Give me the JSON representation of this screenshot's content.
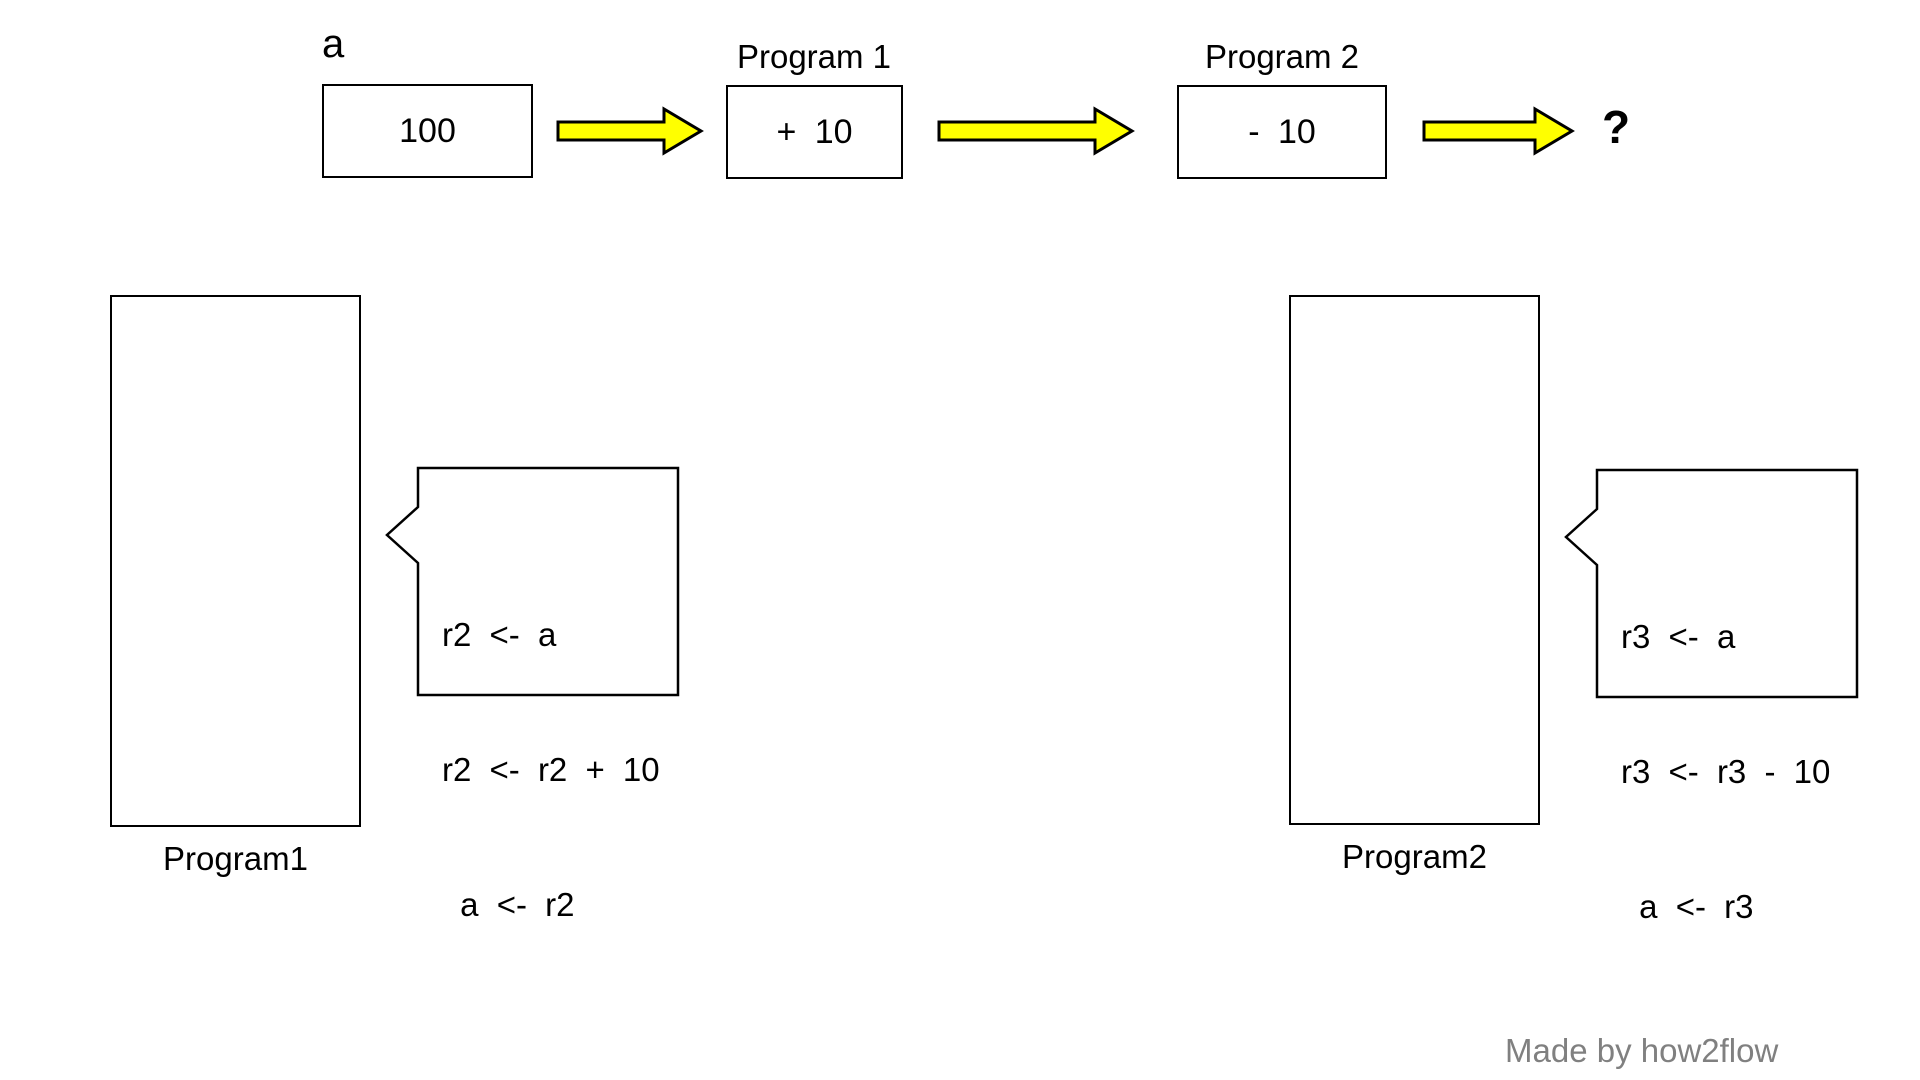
{
  "pipeline": {
    "input": {
      "label": "a",
      "value": "100"
    },
    "stages": [
      {
        "title": "Program 1",
        "operation": "+ 10"
      },
      {
        "title": "Program 2",
        "operation": "- 10"
      }
    ],
    "result": "?"
  },
  "programs": [
    {
      "label": "Program1",
      "code": [
        "r2 <- a",
        "r2 <- r2 + 10",
        " a <- r2"
      ]
    },
    {
      "label": "Program2",
      "code": [
        "r3 <- a",
        "r3 <- r3 - 10",
        " a <- r3"
      ]
    }
  ],
  "footer": {
    "credit": "Made by how2flow"
  },
  "colors": {
    "arrow_fill": "#FFFF00",
    "outline": "#000000",
    "credit_text": "#808080",
    "background": "#FFFFFF"
  }
}
